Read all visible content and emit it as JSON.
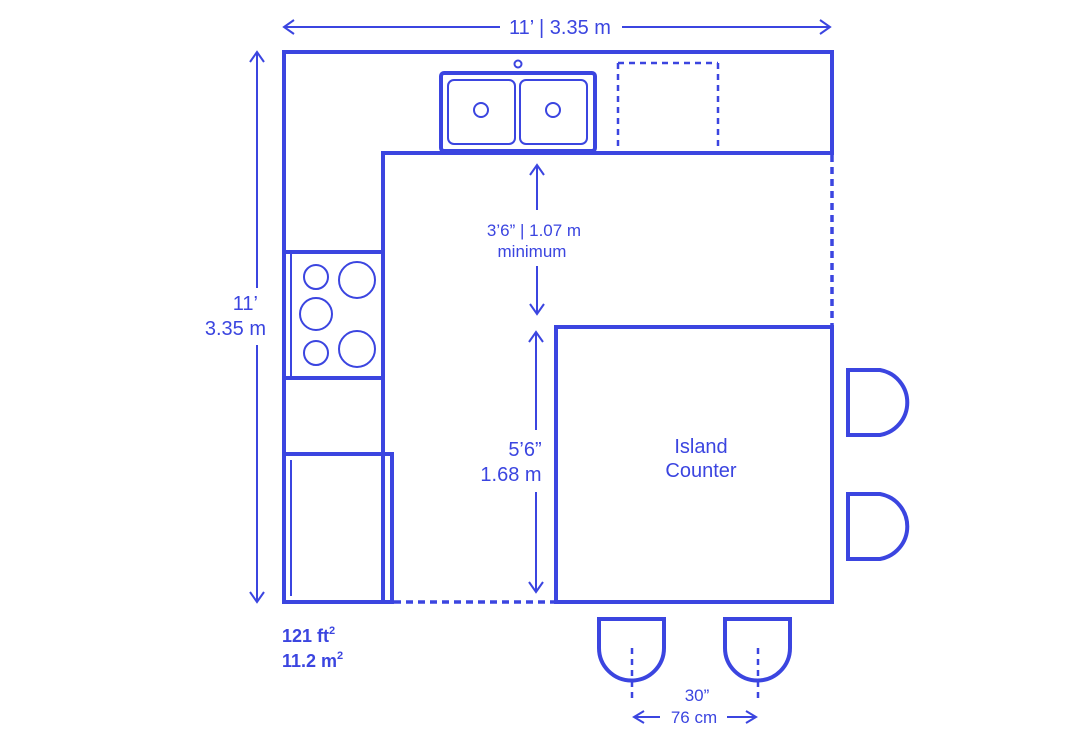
{
  "dimensions": {
    "top_width": "11’ | 3.35 m",
    "left_height_ft": "11’",
    "left_height_m": "3.35 m",
    "clearance_value": "3’6” | 1.07 m",
    "clearance_note": "minimum",
    "island_gap_ft": "5’6”",
    "island_gap_m": "1.68 m",
    "stool_spacing_in": "30”",
    "stool_spacing_cm": "76 cm"
  },
  "island": {
    "line1": "Island",
    "line2": "Counter"
  },
  "area": {
    "imperial_value": "121 ft",
    "imperial_sup": "2",
    "metric_value": "11.2 m",
    "metric_sup": "2"
  },
  "colors": {
    "stroke": "#3b45e0"
  }
}
